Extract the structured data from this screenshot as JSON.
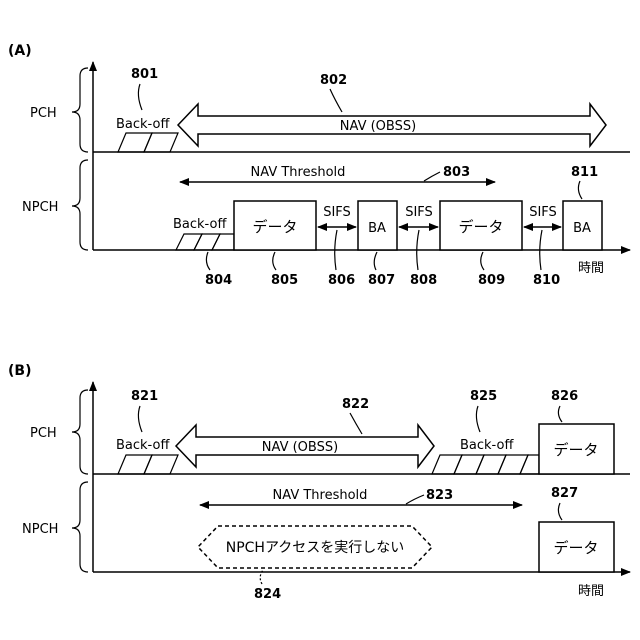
{
  "panel_a": {
    "tag": "(A)",
    "pch": "PCH",
    "npch": "NPCH",
    "time": "時間",
    "backoff_pch": "Back-off",
    "nav": "NAV (OBSS)",
    "nav_threshold": "NAV Threshold",
    "backoff_npch": "Back-off",
    "data1": "データ",
    "sifs1": "SIFS",
    "ba1": "BA",
    "sifs2": "SIFS",
    "data2": "データ",
    "sifs3": "SIFS",
    "ba2": "BA",
    "refs": {
      "r801": "801",
      "r802": "802",
      "r803": "803",
      "r804": "804",
      "r805": "805",
      "r806": "806",
      "r807": "807",
      "r808": "808",
      "r809": "809",
      "r810": "810",
      "r811": "811"
    }
  },
  "panel_b": {
    "tag": "(B)",
    "pch": "PCH",
    "npch": "NPCH",
    "time": "時間",
    "backoff1": "Back-off",
    "nav": "NAV (OBSS)",
    "backoff2": "Back-off",
    "data_pch": "データ",
    "nav_threshold": "NAV Threshold",
    "no_access": "NPCHアクセスを実行しない",
    "data_npch": "データ",
    "refs": {
      "r821": "821",
      "r822": "822",
      "r823": "823",
      "r824": "824",
      "r825": "825",
      "r826": "826",
      "r827": "827"
    }
  }
}
